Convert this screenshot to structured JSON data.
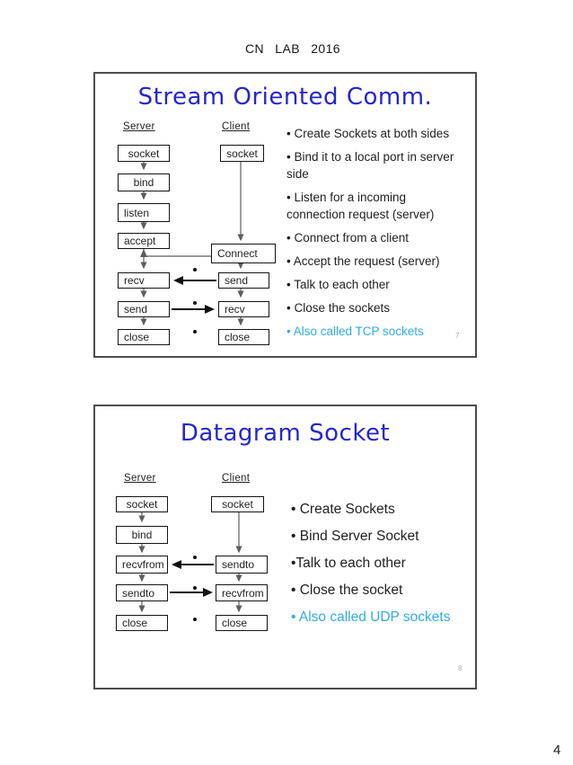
{
  "colors": {
    "title_blue": "#2626cb",
    "accent_cyan": "#31ace2"
  },
  "page": {
    "header": "CN LAB 2016",
    "page_number": "4"
  },
  "slide1": {
    "title": "Stream Oriented Comm.",
    "slide_number": "7",
    "diagram": {
      "server_label": "Server",
      "client_label": "Client",
      "server_boxes": [
        "socket",
        "bind",
        "listen",
        "accept",
        "recv",
        "send",
        "close"
      ],
      "client_boxes": [
        "socket",
        "Connect",
        "send",
        "recv",
        "close"
      ]
    },
    "bullets": [
      "• Create Sockets at both sides",
      "• Bind it to a local port in server\nside",
      "• Listen for a incoming\nconnection request (server)",
      "• Connect from a client",
      "• Accept the request (server)",
      "•  Talk to each other",
      "• Close the sockets",
      "• Also called TCP sockets"
    ]
  },
  "slide2": {
    "title": "Datagram Socket",
    "slide_number": "8",
    "diagram": {
      "server_label": "Server",
      "client_label": "Client",
      "server_boxes": [
        "socket",
        "bind",
        "recvfrom",
        "sendto",
        "close"
      ],
      "client_boxes": [
        "socket",
        "sendto",
        "recvfrom",
        "close"
      ]
    },
    "bullets": [
      "• Create Sockets",
      "• Bind Server Socket",
      "•Talk to each other",
      "• Close the socket",
      "• Also called UDP sockets"
    ]
  }
}
